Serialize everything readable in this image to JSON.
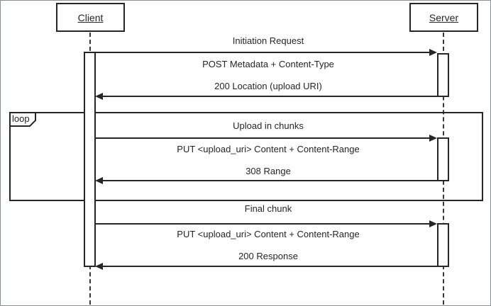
{
  "actors": {
    "client": {
      "label": "Client"
    },
    "server": {
      "label": "Server"
    }
  },
  "loop_frame": {
    "label": "loop"
  },
  "sections": [
    {
      "title": "Initiation Request",
      "request": "POST Metadata + Content-Type",
      "response": "200 Location (upload URI)"
    },
    {
      "title": "Upload in chunks",
      "request": "PUT <upload_uri> Content + Content-Range",
      "response": "308 Range"
    },
    {
      "title": "Final chunk",
      "request": "PUT <upload_uri> Content + Content-Range",
      "response": "200 Response"
    }
  ],
  "colors": {
    "line": "#262626",
    "background": "#ffffff",
    "outer_border": "#8a9094"
  }
}
